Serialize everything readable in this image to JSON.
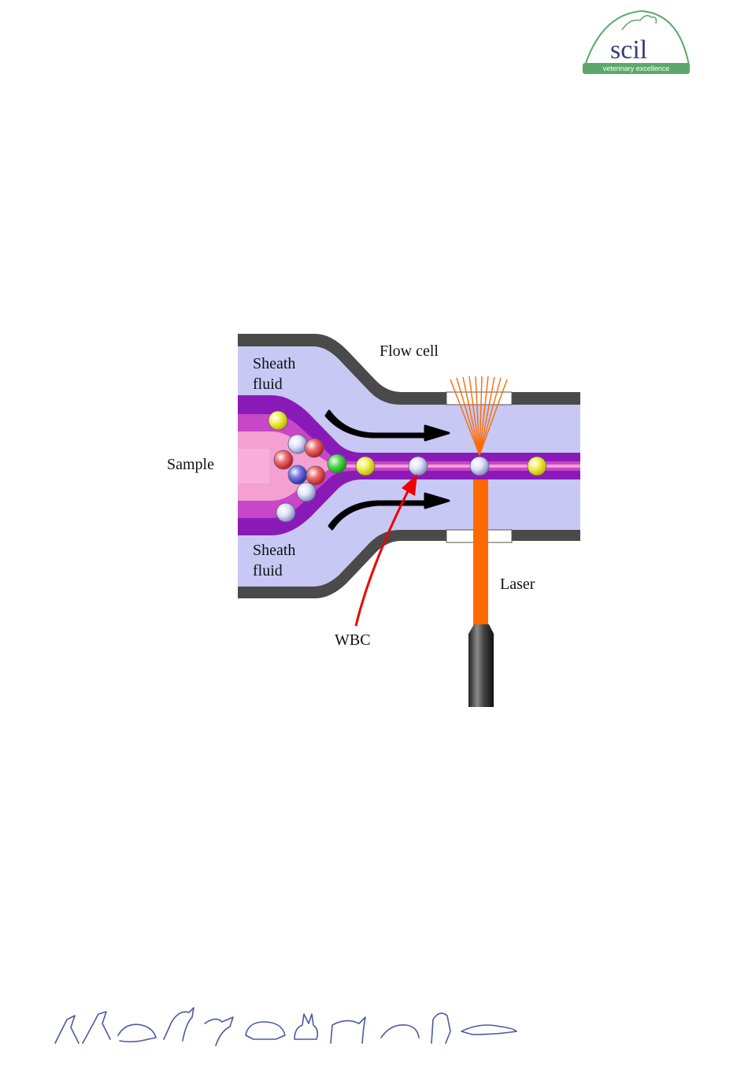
{
  "logo": {
    "word": "scil",
    "tagline": "veterinary excellence",
    "colors": {
      "arc": "#5aa86a",
      "word": "#3b3a78",
      "band": "#5aa86a"
    }
  },
  "diagram": {
    "labels": {
      "flow_cell": "Flow cell",
      "sheath_top_1": "Sheath",
      "sheath_top_2": "fluid",
      "sheath_bottom_1": "Sheath",
      "sheath_bottom_2": "fluid",
      "sample": "Sample",
      "laser": "Laser",
      "wbc": "WBC"
    },
    "colors": {
      "wall": "#4a4a4a",
      "sheath": "#c7c8f4",
      "sample_outer": "#8a1ab8",
      "sample_mid": "#c846c8",
      "sample_core": "#f4a0d0",
      "laser": "#ff6a00",
      "scatter": "#ff6a00",
      "pointer": "#ee0000",
      "arrow": "#000000",
      "cell_yellow": "#f0ee30",
      "cell_red": "#e85a5a",
      "cell_white": "#d8dcf4",
      "cell_blue": "#6c6ce0",
      "cell_green": "#3cd040"
    }
  },
  "footer": {
    "icons": "animal-silhouettes"
  }
}
